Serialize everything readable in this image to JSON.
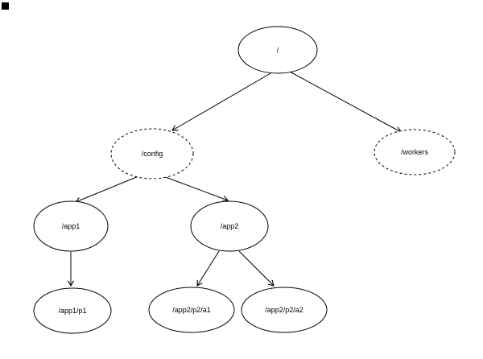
{
  "diagram": {
    "type": "tree",
    "background_color": "#ffffff",
    "stroke_color": "#000000",
    "nodes": [
      {
        "id": "root",
        "label": "/",
        "border": "solid"
      },
      {
        "id": "config",
        "label": "/config",
        "border": "dashed"
      },
      {
        "id": "workers",
        "label": "/workers",
        "border": "dashed"
      },
      {
        "id": "app1",
        "label": "/app1",
        "border": "solid"
      },
      {
        "id": "app2",
        "label": "/app2",
        "border": "solid"
      },
      {
        "id": "app1-p1",
        "label": "/app1/p1",
        "border": "solid"
      },
      {
        "id": "app2-p2-a1",
        "label": "/app2/p2/a1",
        "border": "solid"
      },
      {
        "id": "app2-p2-a2",
        "label": "/app2/p2/a2",
        "border": "solid"
      }
    ],
    "edges": [
      {
        "from": "/",
        "to": "/config"
      },
      {
        "from": "/",
        "to": "/workers"
      },
      {
        "from": "/config",
        "to": "/app1"
      },
      {
        "from": "/config",
        "to": "/app2"
      },
      {
        "from": "/app1",
        "to": "/app1/p1"
      },
      {
        "from": "/app2",
        "to": "/app2/p2/a1"
      },
      {
        "from": "/app2",
        "to": "/app2/p2/a2"
      }
    ]
  }
}
